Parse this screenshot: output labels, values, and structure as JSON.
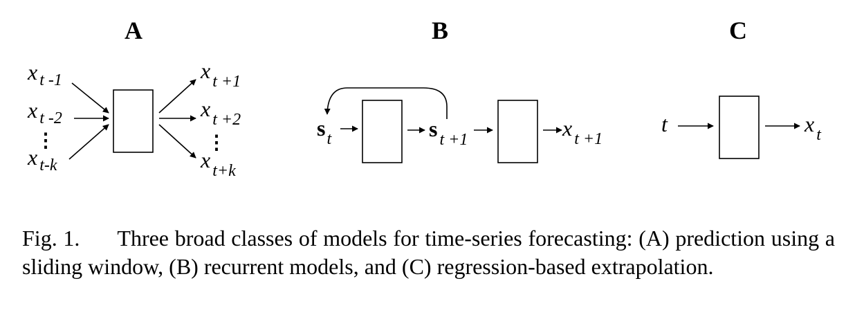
{
  "panels": {
    "a": {
      "label": "A",
      "inputs": [
        {
          "var": "x",
          "sub": "t -1"
        },
        {
          "var": "x",
          "sub": "t -2"
        },
        {
          "var": "x",
          "sub": "t-k"
        }
      ],
      "outputs": [
        {
          "var": "x",
          "sub": "t +1"
        },
        {
          "var": "x",
          "sub": "t +2"
        },
        {
          "var": "x",
          "sub": "t+k"
        }
      ],
      "ellipsis": "⋮"
    },
    "b": {
      "label": "B",
      "state_in": {
        "var": "s",
        "sub": "t"
      },
      "state_out": {
        "var": "s",
        "sub": "t +1"
      },
      "output": {
        "var": "x",
        "sub": "t +1"
      }
    },
    "c": {
      "label": "C",
      "input": "t",
      "output": {
        "var": "x",
        "sub": "t"
      }
    }
  },
  "caption": {
    "fig_label": "Fig. 1.",
    "text": "Three broad classes of models for time-series forecasting: (A) prediction using a sliding window, (B) recurrent models, and (C) regression-based extrapolation."
  }
}
